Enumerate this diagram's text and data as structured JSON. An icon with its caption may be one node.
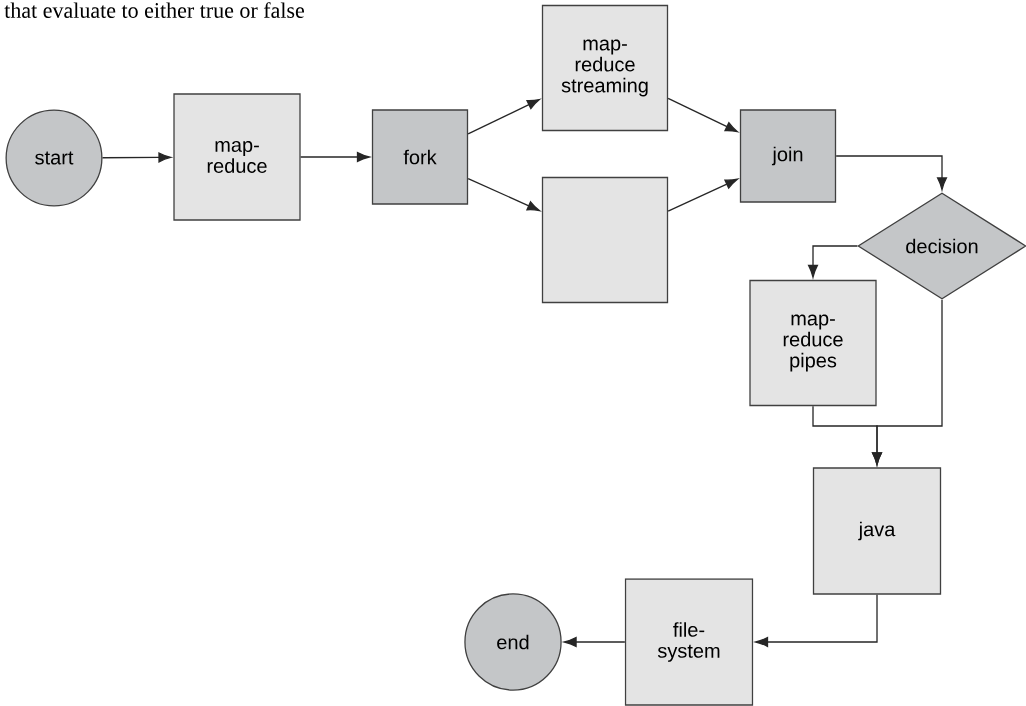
{
  "diagram": {
    "nodes": [
      {
        "text": [
          "start"
        ]
      },
      {
        "text": [
          "map- reduce"
        ]
      },
      {
        "text": [
          "fork"
        ]
      },
      {
        "text": [
          "map- reduce streaming"
        ]
      },
      {
        "text": [],
        "shape": "box"
      },
      {
        "text": [
          "join"
        ]
      },
      {
        "text": [
          "decision"
        ]
      },
      {
        "text": [
          "map- reduce pipes"
        ]
      },
      {
        "text": [
          "java"
        ]
      },
      {
        "text": [
          "file- system"
        ]
      },
      {
        "text": [
          "end"
        ]
      }
    ],
    "edges": [
      {
        "from": 0,
        "to": 1,
        "arrow": "to"
      },
      {
        "from": 1,
        "to": 2,
        "arrow": "to"
      },
      {
        "from": 2,
        "to": 3,
        "arrow": "to"
      },
      {
        "from": 2,
        "to": 4,
        "arrow": "to"
      },
      {
        "from": 3,
        "to": 5,
        "arrow": "to"
      },
      {
        "from": 4,
        "to": 5,
        "arrow": "to"
      },
      {
        "from": 5,
        "to": 6,
        "arrow": "to"
      },
      {
        "from": 6,
        "to": 7,
        "arrow": "to"
      },
      {
        "from": 7,
        "to": 8,
        "arrow": "to"
      },
      {
        "from": 6,
        "to": 8,
        "arrow": "to"
      },
      {
        "from": 8,
        "to": 9,
        "arrow": "to"
      },
      {
        "from": 9,
        "to": 10,
        "arrow": "to"
      }
    ],
    "labels": [
      "that evaluate to either true or false"
    ]
  }
}
